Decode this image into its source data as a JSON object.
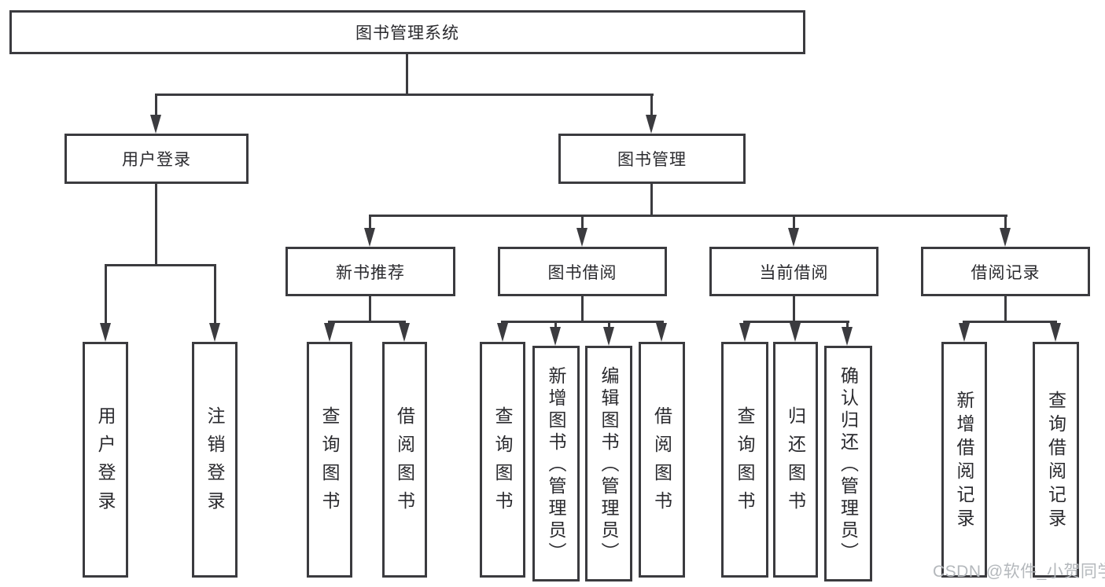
{
  "diagram": {
    "type": "tree",
    "root": {
      "label": "图书管理系统",
      "children": [
        {
          "label": "用户登录",
          "children": [
            {
              "label": "用户登录"
            },
            {
              "label": "注销登录"
            }
          ]
        },
        {
          "label": "图书管理",
          "children": [
            {
              "label": "新书推荐",
              "children": [
                {
                  "label": "查询图书"
                },
                {
                  "label": "借阅图书"
                }
              ]
            },
            {
              "label": "图书借阅",
              "children": [
                {
                  "label": "查询图书"
                },
                {
                  "label": "新增图书（管理员）"
                },
                {
                  "label": "编辑图书（管理员）"
                },
                {
                  "label": "借阅图书"
                }
              ]
            },
            {
              "label": "当前借阅",
              "children": [
                {
                  "label": "查询图书"
                },
                {
                  "label": "归还图书"
                },
                {
                  "label": "确认归还（管理员）"
                }
              ]
            },
            {
              "label": "借阅记录",
              "children": [
                {
                  "label": "新增借阅记录"
                },
                {
                  "label": "查询借阅记录"
                }
              ]
            }
          ]
        }
      ]
    },
    "watermark": "CSDN @软件_小贺同学",
    "colors": {
      "line": "#3b3b3f",
      "text": "#2a2a2e",
      "watermark": "#b4b8bc",
      "background": "#ffffff"
    }
  }
}
